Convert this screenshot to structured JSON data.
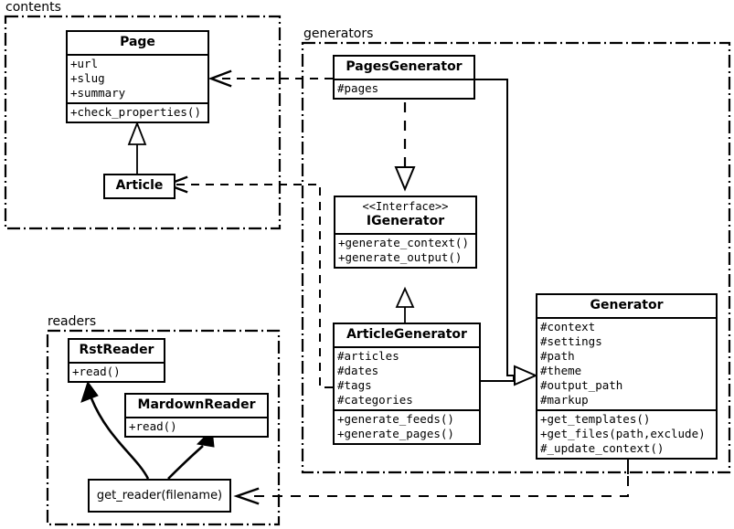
{
  "diagram": {
    "title": "UML class diagram",
    "stroke_color": "#000000",
    "background_color": "#ffffff"
  },
  "packages": [
    {
      "id": "contents",
      "label": "contents"
    },
    {
      "id": "generators",
      "label": "generators"
    },
    {
      "id": "readers",
      "label": "readers"
    }
  ],
  "classes": {
    "page": {
      "name": "Page",
      "attributes": [
        "+url",
        "+slug",
        "+summary"
      ],
      "methods": [
        "+check_properties()"
      ]
    },
    "article": {
      "name": "Article",
      "attributes": [],
      "methods": []
    },
    "pages_generator": {
      "name": "PagesGenerator",
      "attributes": [
        "#pages"
      ],
      "methods": []
    },
    "igenerator": {
      "stereotype": "<<Interface>>",
      "name": "IGenerator",
      "attributes": [],
      "methods": [
        "+generate_context()",
        "+generate_output()"
      ]
    },
    "article_generator": {
      "name": "ArticleGenerator",
      "attributes": [
        "#articles",
        "#dates",
        "#tags",
        "#categories"
      ],
      "methods": [
        "+generate_feeds()",
        "+generate_pages()"
      ]
    },
    "generator": {
      "name": "Generator",
      "attributes": [
        "#context",
        "#settings",
        "#path",
        "#theme",
        "#output_path",
        "#markup"
      ],
      "methods": [
        "+get_templates()",
        "+get_files(path,exclude)",
        "#_update_context()"
      ]
    },
    "rst_reader": {
      "name": "RstReader",
      "attributes": [],
      "methods": [
        "+read()"
      ]
    },
    "mardown_reader": {
      "name": "MardownReader",
      "attributes": [],
      "methods": [
        "+read()"
      ]
    }
  },
  "functions": {
    "get_reader": {
      "label": "get_reader(filename)"
    }
  },
  "relationships": [
    {
      "from": "pages_generator",
      "to": "page",
      "type": "dependency",
      "style": "dashed-open-arrow"
    },
    {
      "from": "article_generator",
      "to": "article",
      "type": "dependency",
      "style": "dashed-open-arrow"
    },
    {
      "from": "pages_generator",
      "to": "igenerator",
      "type": "realization",
      "style": "dashed-hollow-triangle"
    },
    {
      "from": "article_generator",
      "to": "igenerator",
      "type": "realization",
      "style": "solid-hollow-triangle"
    },
    {
      "from": "article",
      "to": "page",
      "type": "generalization",
      "style": "solid-hollow-triangle"
    },
    {
      "from": "pages_generator",
      "to": "generator",
      "type": "generalization",
      "style": "solid-hollow-triangle"
    },
    {
      "from": "article_generator",
      "to": "generator",
      "type": "generalization",
      "style": "solid-hollow-triangle"
    },
    {
      "from": "generator",
      "to": "get_reader",
      "type": "dependency",
      "style": "dashed-open-arrow"
    },
    {
      "from": "get_reader",
      "to": "rst_reader",
      "type": "call",
      "style": "curved-solid-arrow"
    },
    {
      "from": "get_reader",
      "to": "mardown_reader",
      "type": "call",
      "style": "curved-solid-arrow"
    }
  ]
}
